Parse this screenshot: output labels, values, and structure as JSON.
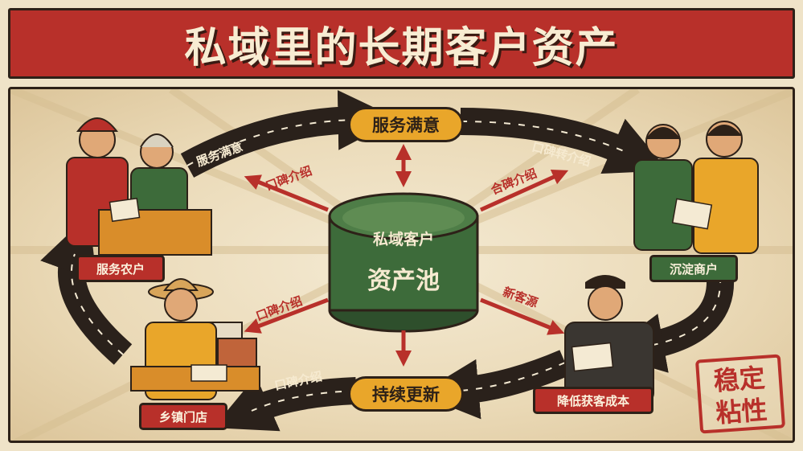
{
  "title": "私域里的长期客户资产",
  "pool": {
    "line1": "私域客户",
    "line2": "资产池"
  },
  "nodes": {
    "top": "服务满意",
    "bottom": "持续更新"
  },
  "people_tags": {
    "farmers": "服务农户",
    "merchants": "沉淀商户",
    "shop": "乡镇门店",
    "worker": "降低获客成本"
  },
  "road_labels": {
    "top_left": "服务满意",
    "top_right": "口碑转介绍",
    "bottom_left": "口碑介绍"
  },
  "arrow_labels": {
    "upper_left": "口碑介绍",
    "upper_right": "合碑介绍",
    "lower_left": "口碑介绍",
    "lower_right": "新客源"
  },
  "stamp": {
    "line1": "稳定",
    "line2": "粘性"
  },
  "colors": {
    "red": "#b8302a",
    "gold": "#e9a62a",
    "green": "#3d6b3a",
    "ink": "#2d2118",
    "paper": "#efe3c8"
  }
}
